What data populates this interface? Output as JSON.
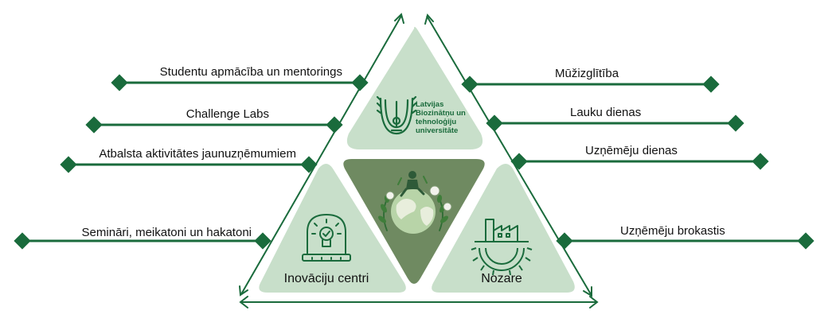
{
  "colors": {
    "accent": "#1a6b3c",
    "tile": "#c8dfca",
    "center": "#6f8a61",
    "text": "#111111"
  },
  "left_items": [
    {
      "label": "Studentu apmācība un mentorings"
    },
    {
      "label": "Challenge Labs"
    },
    {
      "label": "Atbalsta aktivitātes jaunuzņēmumiem"
    },
    {
      "label": "Semināri, meikatoni un hakatoni"
    }
  ],
  "right_items": [
    {
      "label": "Mūžizglītība"
    },
    {
      "label": "Lauku dienas"
    },
    {
      "label": "Uzņēmēju dienas"
    },
    {
      "label": "Uzņēmēju brokastis"
    }
  ],
  "tiles": {
    "top": {
      "logo_lines": [
        "Latvijas",
        "Biozinātņu un",
        "tehnoloģiju",
        "universitāte"
      ],
      "icon": "university-logo-icon"
    },
    "left": {
      "label": "Inovāciju centri",
      "icon": "lightbulb-icon"
    },
    "right": {
      "label": "Nozare",
      "icon": "factory-gear-icon"
    },
    "center": {
      "icon": "globe-plants-icon"
    }
  }
}
